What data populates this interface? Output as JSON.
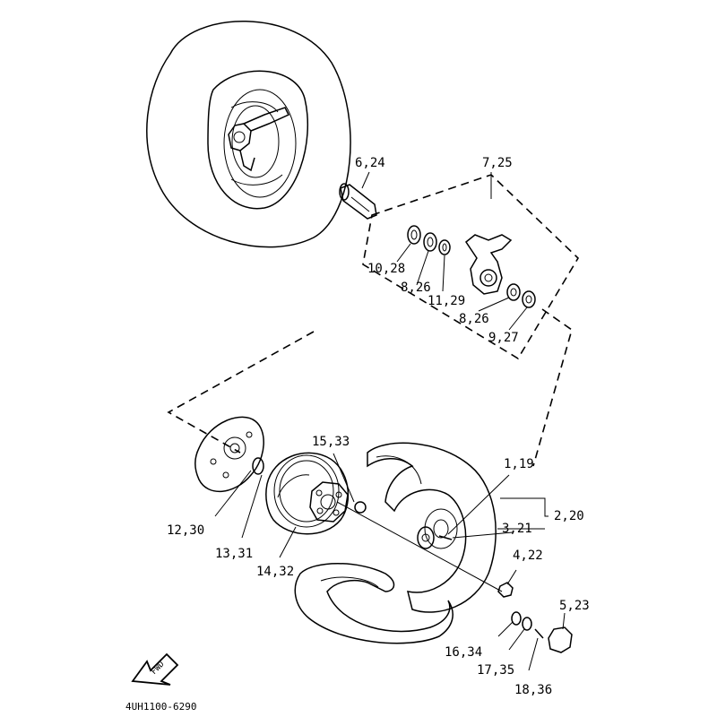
{
  "callouts": {
    "c6_24": "6,24",
    "c7_25": "7,25",
    "c10_28": "10,28",
    "c8_26_top": "8,26",
    "c11_29": "11,29",
    "c8_26_bot": "8,26",
    "c9_27": "9,27",
    "c15_33": "15,33",
    "c1_19": "1,19",
    "c2_20": "2,20",
    "c3_21": "3,21",
    "c4_22": "4,22",
    "c5_23": "5,23",
    "c12_30": "12,30",
    "c13_31": "13,31",
    "c14_32": "14,32",
    "c16_34": "16,34",
    "c17_35": "17,35",
    "c18_36": "18,36"
  },
  "fwd_label": "FWD",
  "drawing_code": "4UH1100-6290"
}
